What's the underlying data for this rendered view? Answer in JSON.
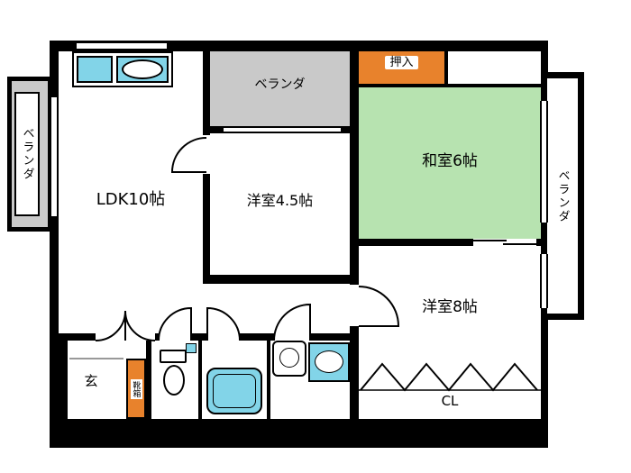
{
  "floorplan": {
    "rooms": {
      "ldk": {
        "label": "LDK10帖"
      },
      "western_45": {
        "label": "洋室4.5帖"
      },
      "japanese_6": {
        "label": "和室6帖"
      },
      "western_8": {
        "label": "洋室8帖"
      }
    },
    "storage": {
      "oshiire": {
        "label": "押入"
      },
      "cl": {
        "label": "CL"
      },
      "shoebox": {
        "label": "靴箱"
      }
    },
    "entrance": {
      "label": "玄"
    },
    "balconies": {
      "left": {
        "label": "ベランダ"
      },
      "top": {
        "label": "ベランダ"
      },
      "right": {
        "label": "ベランダ"
      }
    },
    "colors": {
      "wall": "#000000",
      "tatami_green": "#b7e3b0",
      "storage_orange": "#e8822c",
      "balcony_gray": "#c9c9c9",
      "fixture_cyan": "#82d4e8",
      "floor_white": "#ffffff"
    }
  }
}
